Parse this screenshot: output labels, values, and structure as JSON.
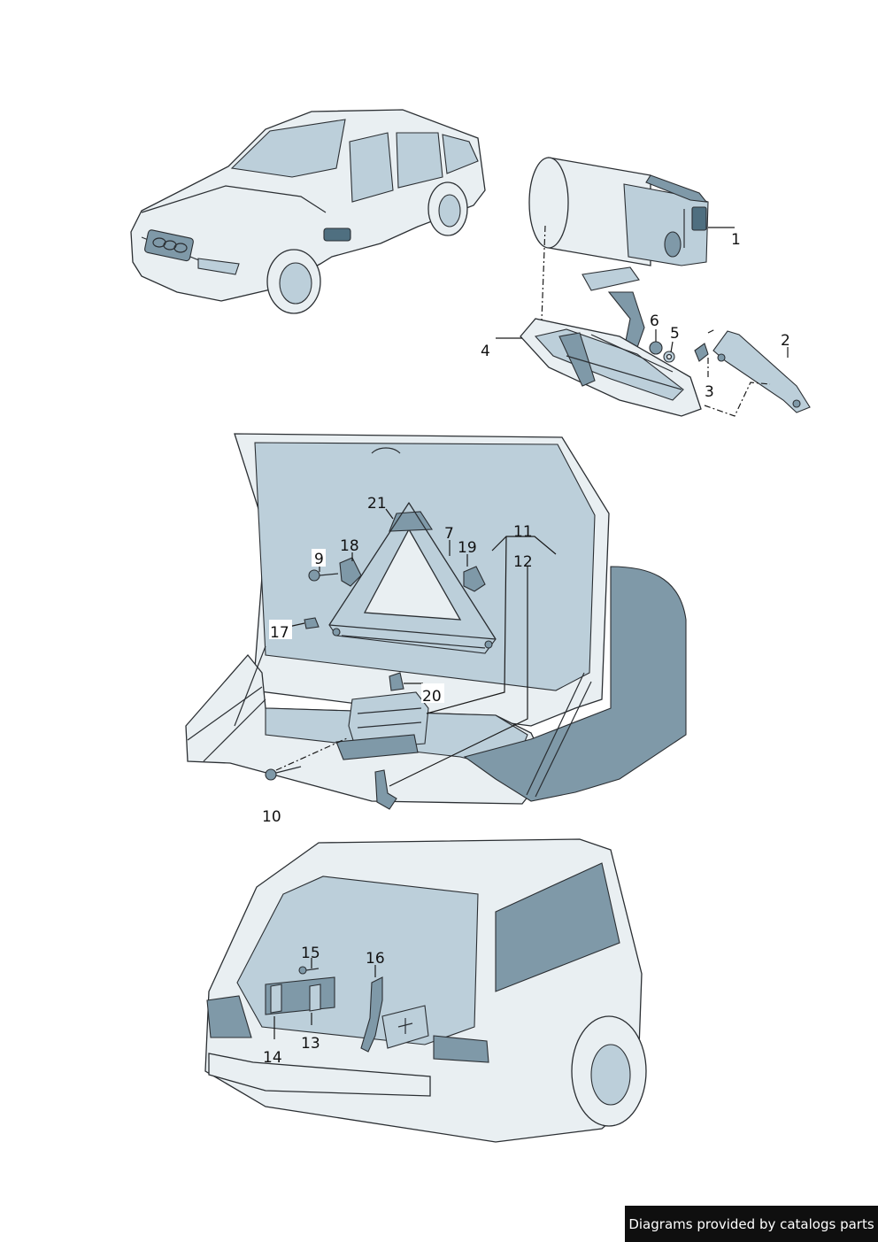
{
  "part_labels": [
    "1",
    "2",
    "3",
    "4",
    "5",
    "6",
    "7",
    "9",
    "10",
    "11",
    "12",
    "13",
    "14",
    "15",
    "16",
    "17",
    "18",
    "19",
    "20",
    "21"
  ],
  "credit": "Diagrams provided by catalogs parts",
  "colors": {
    "outline": "#2b2f33",
    "light_fill": "#e9eff2",
    "mid_fill": "#bccfda",
    "dark_fill": "#7f99a8",
    "deep_fill": "#4f6f80",
    "credit_background": "#0f0f0f"
  }
}
